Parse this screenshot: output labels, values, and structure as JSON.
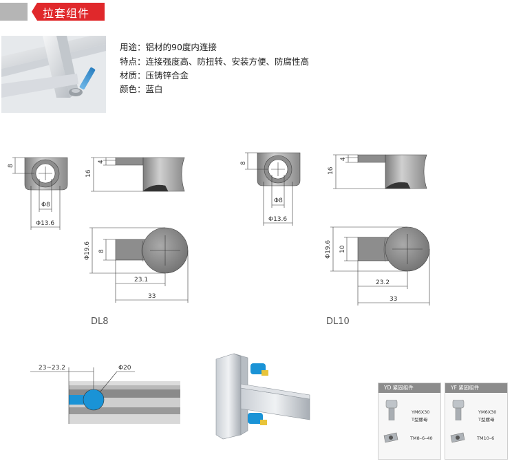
{
  "title": "拉套组件",
  "specs": {
    "usage_label": "用途：",
    "usage": "铝材的90度内连接",
    "features_label": "特点：",
    "features": "连接强度高、防扭转、安装方便、防腐性高",
    "material_label": "材质：",
    "material": "压铸锌合金",
    "color_label": "颜色：",
    "color": "蓝白"
  },
  "dl8": {
    "name": "DL8",
    "dim_height": "8",
    "dim_hole": "Φ8",
    "dim_width": "Φ13.6",
    "dim_side_height": "16",
    "dim_side_lip": "4",
    "dim_bottom_dia": "Φ19.6",
    "dim_bottom_h": "8",
    "dim_len_short": "23.1",
    "dim_len_total": "33"
  },
  "dl10": {
    "name": "DL10",
    "dim_height": "8",
    "dim_hole": "Φ8",
    "dim_width": "Φ13.6",
    "dim_side_height": "16",
    "dim_side_lip": "4",
    "dim_bottom_dia": "Φ19.6",
    "dim_bottom_h": "10",
    "dim_len_short": "23.2",
    "dim_len_total": "33"
  },
  "profile": {
    "dim_pos": "23~23.2",
    "dim_hole": "Φ20"
  },
  "kits": [
    {
      "head": "YD 紧固组件",
      "bolt_code": "YM6X30",
      "bolt_desc": "T型螺母",
      "nut_code": "TM8–6–40"
    },
    {
      "head": "YF 紧固组件",
      "bolt_code": "YM6X30",
      "bolt_desc": "T型螺母",
      "nut_code": "TM10–6"
    }
  ],
  "colors": {
    "accent_red": "#e0282b",
    "title_grey": "#b5b5b5",
    "blue": "#1a93d6",
    "part_grey": "#9a9a9a"
  }
}
